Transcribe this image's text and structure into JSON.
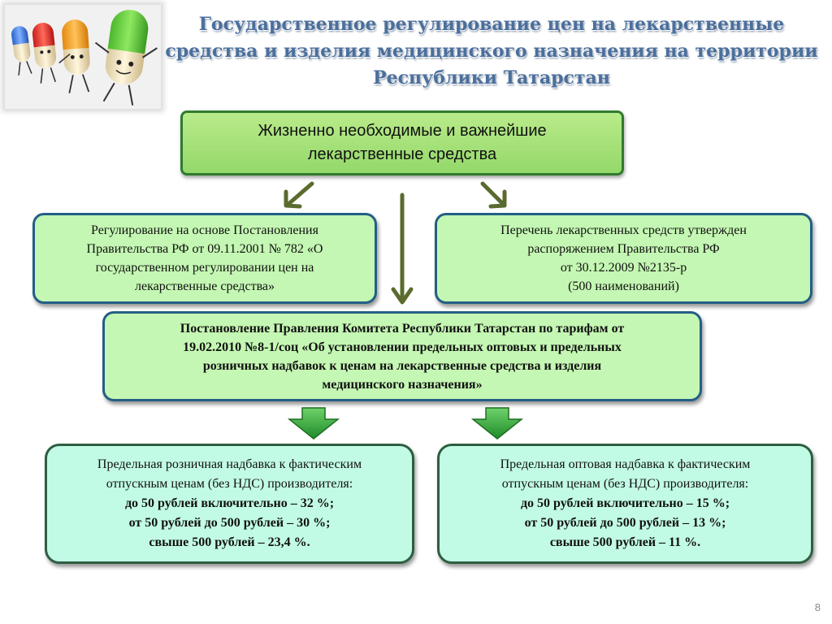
{
  "title": {
    "line1": "Государственное регулирование цен на лекарственные",
    "line2": "средства и изделия медицинского назначения на территории",
    "line3": "Республики Татарстан"
  },
  "top_box": {
    "line1": "Жизненно  необходимые и важнейшие",
    "line2": "лекарственные средства"
  },
  "left_box": {
    "line1": "Регулирование на основе Постановления",
    "line2": "Правительства РФ от 09.11.2001 № 782 «О",
    "line3": "государственном регулировании цен на",
    "line4": "лекарственные средства»"
  },
  "right_box": {
    "line1": "Перечень лекарственных средств утвержден",
    "line2": "распоряжением Правительства РФ",
    "line3": "от 30.12.2009 №2135-р",
    "line4": "(500 наименований)"
  },
  "center_box": {
    "line1": "Постановление Правления Комитета Республики Татарстан по тарифам от",
    "line2": "19.02.2010 №8-1/соц «Об установлении предельных оптовых и предельных",
    "line3": "розничных надбавок к  ценам на лекарственные средства и изделия",
    "line4": "медицинского назначения»"
  },
  "retail_box": {
    "line1": "Предельная розничная надбавка к фактическим",
    "line2": "отпускным ценам (без НДС) производителя:",
    "line3": "до 50 рублей включительно – 32 %;",
    "line4": "от 50 рублей до 500 рублей – 30 %;",
    "line5": "свыше 500 рублей – 23,4 %."
  },
  "wholesale_box": {
    "line1": "Предельная оптовая надбавка к фактическим",
    "line2": "отпускным ценам (без НДС) производителя:",
    "line3": "до 50 рублей включительно – 15 %;",
    "line4": "от 50 рублей до 500 рублей – 13 %;",
    "line5": "свыше 500 рублей – 11 %."
  },
  "page_number": "8",
  "colors": {
    "title_text": "#4b6f9c",
    "top_box_fill": "#a6e27a",
    "top_box_border": "#2f7b2f",
    "mid_box_fill": "#c4f7b3",
    "mid_box_border": "#235f86",
    "bottom_box_fill": "#c2fbe5",
    "bottom_box_border": "#2c5f42",
    "thin_arrow": "#5a6b2e",
    "block_arrow": "#2f9a3a"
  },
  "icons": {
    "picture": "cartoon-pill-characters",
    "arrows": [
      "arrow-down-left-icon",
      "arrow-down-icon",
      "arrow-down-right-icon",
      "block-arrow-down-icon"
    ]
  }
}
